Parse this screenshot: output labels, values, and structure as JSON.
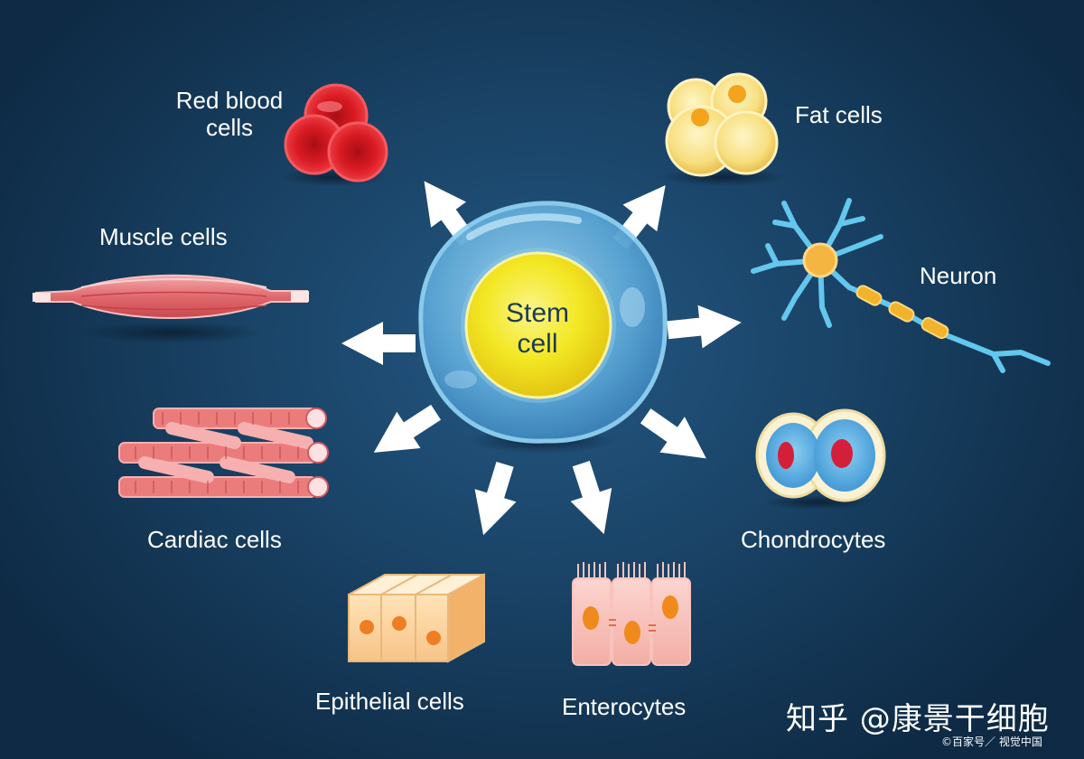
{
  "diagram": {
    "center": {
      "label_line1": "Stem",
      "label_line2": "cell"
    },
    "cells": [
      {
        "id": "red-blood",
        "line1": "Red blood",
        "line2": "cells"
      },
      {
        "id": "fat",
        "line1": "Fat cells"
      },
      {
        "id": "muscle",
        "line1": "Muscle cells"
      },
      {
        "id": "neuron",
        "line1": "Neuron"
      },
      {
        "id": "cardiac",
        "line1": "Cardiac cells"
      },
      {
        "id": "chondrocytes",
        "line1": "Chondrocytes"
      },
      {
        "id": "epithelial",
        "line1": "Epithelial cells"
      },
      {
        "id": "enterocytes",
        "line1": "Enterocytes"
      }
    ],
    "colors": {
      "background": "#1a4468",
      "arrow": "#ffffff",
      "nucleus": "#f2ea2a",
      "membrane": "#6fb6de",
      "red_blood": "#d6181f",
      "fat": "#f7dc7a",
      "muscle": "#e68585",
      "chondrocyte": "#4aa6dd"
    }
  },
  "watermark": {
    "text": "知乎 @康景干细胞"
  },
  "credit": {
    "text": "©百家号／ 视觉中国"
  }
}
